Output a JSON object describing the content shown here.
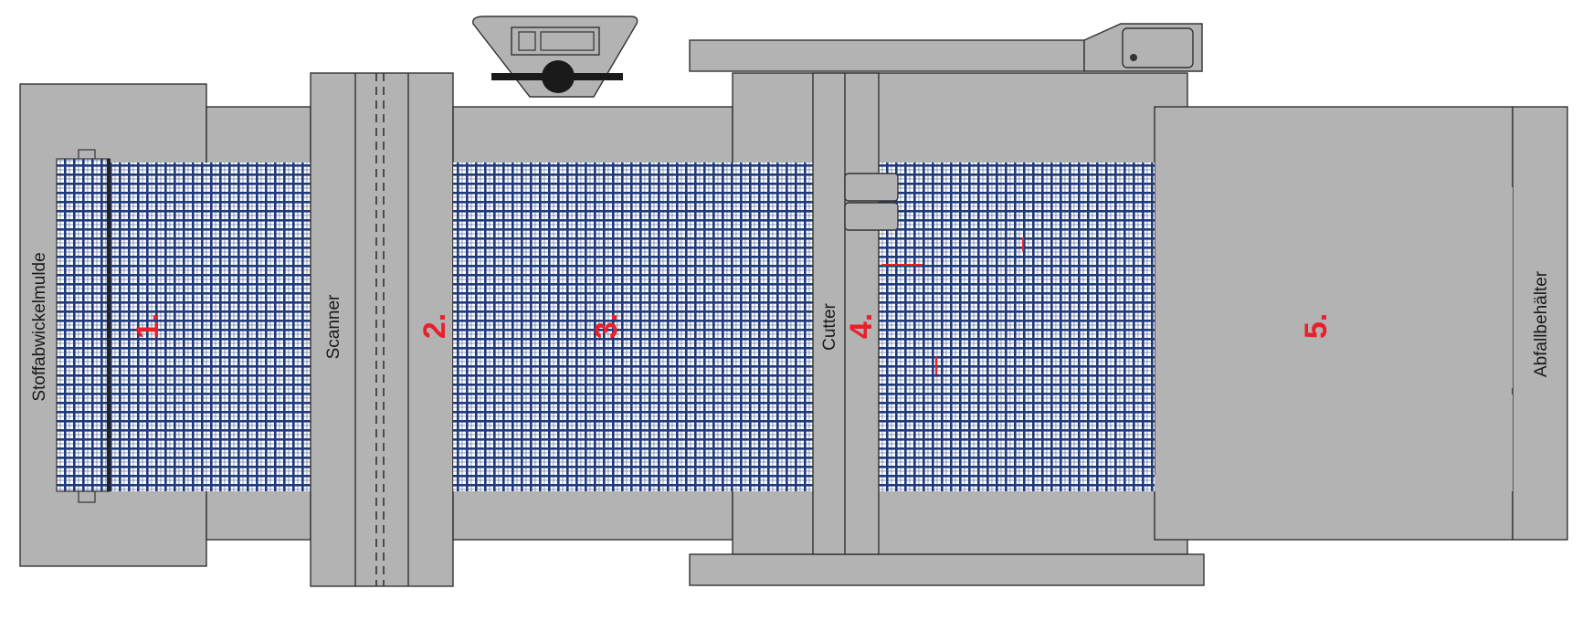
{
  "labels": {
    "spread": "Stoffabwickelmulde",
    "scanner": "Scanner",
    "cutter": "Cutter",
    "waste": "Abfallbehälter"
  },
  "steps": [
    "1.",
    "2.",
    "3.",
    "4.",
    "5."
  ],
  "colors": {
    "machine": "#b3b3b3",
    "outline": "#333333",
    "fabric_bg": "#ffffff",
    "fabric_grid": "#1f3a7a",
    "cut_line": "#e8202a",
    "step_number": "#e8202a",
    "dashed_line": "#333333"
  },
  "icons": [
    "fabric-roll-icon",
    "camera-icon",
    "control-panel-icon"
  ]
}
